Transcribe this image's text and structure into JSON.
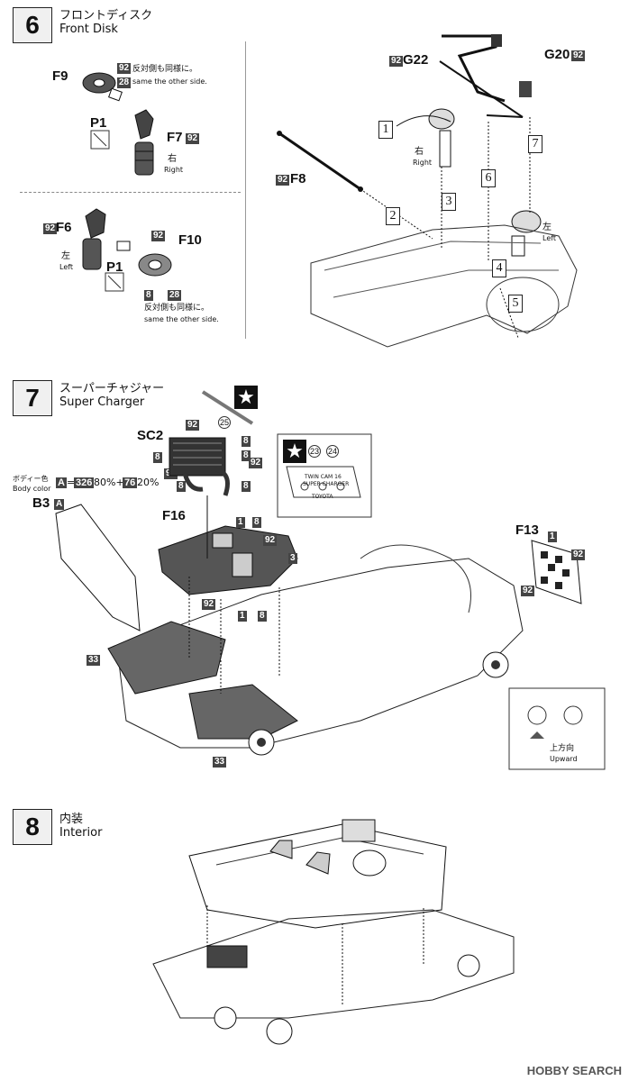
{
  "step6": {
    "number": "6",
    "title_jp": "フロントディスク",
    "title_en": "Front Disk"
  },
  "step7": {
    "number": "7",
    "title_jp": "スーパーチャジャー",
    "title_en": "Super Charger",
    "star": "★"
  },
  "step8": {
    "number": "8",
    "title_jp": "内装",
    "title_en": "Interior"
  },
  "parts": {
    "F9": "F9",
    "F7": "F7",
    "P1a": "P1",
    "P1b": "P1",
    "F6": "F6",
    "F10": "F10",
    "F8": "F8",
    "G22": "G22",
    "G20": "G20",
    "SC2": "SC2",
    "F16": "F16",
    "B3": "B3",
    "F13": "F13"
  },
  "codes": {
    "c92": "92",
    "c28": "28",
    "c8": "8",
    "c1": "1",
    "c3": "3",
    "c23": "23",
    "c24": "24",
    "c25": "25",
    "c33": "33",
    "cA": "A"
  },
  "labels": {
    "same_jp": "反対側も同様に。",
    "same_en": "same the other side.",
    "right_jp": "右",
    "right_en": "Right",
    "left_jp": "左",
    "left_en": "Left",
    "body_color_jp": "ボディー色",
    "body_color_en": "Body color",
    "body_formula_eq": "=",
    "body_formula_p1": "326",
    "body_formula_v1": "80%+",
    "body_formula_p2": "76",
    "body_formula_v2": "20%",
    "upward_jp": "上方向",
    "upward_en": "Upward",
    "decal_text": "TWIN CAM 16",
    "decal_text2": "SUPER CHARGER",
    "decal_toyota": "TOYOTA"
  },
  "steps_boxed": [
    "1",
    "2",
    "3",
    "4",
    "5",
    "6",
    "7"
  ],
  "watermark": "HOBBY SEARCH"
}
